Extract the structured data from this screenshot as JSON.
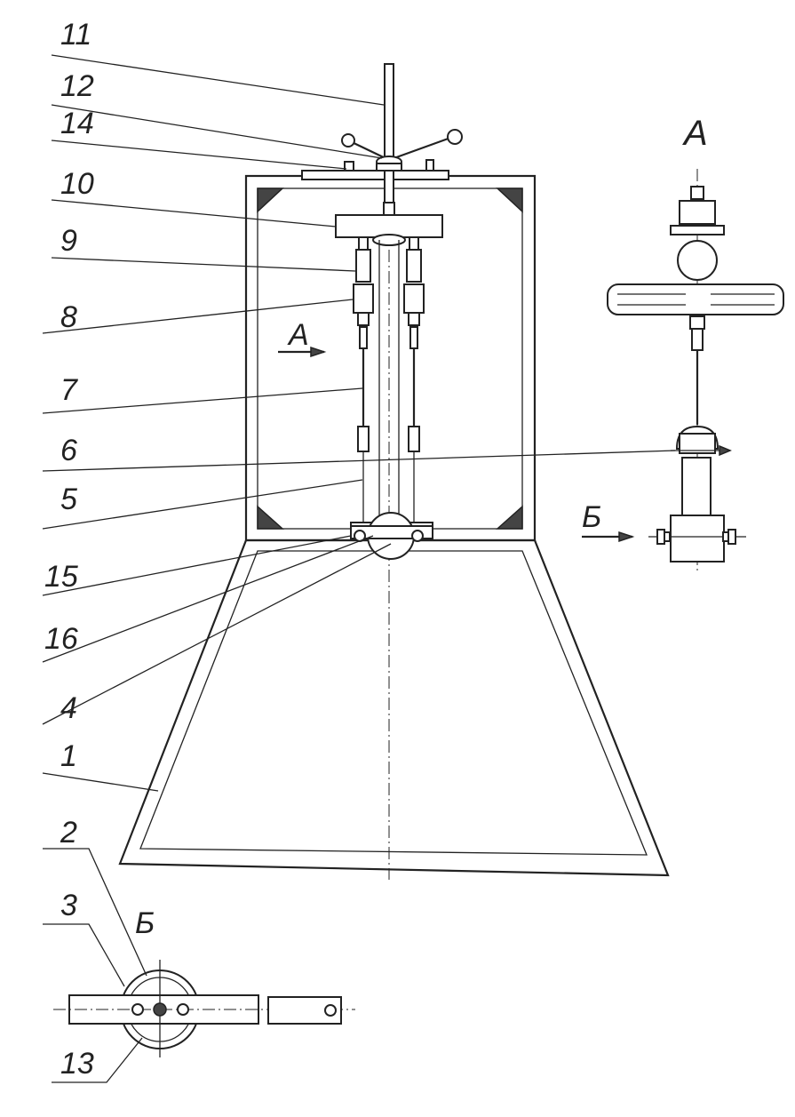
{
  "callouts": [
    {
      "id": "11",
      "text": "11"
    },
    {
      "id": "12",
      "text": "12"
    },
    {
      "id": "14",
      "text": "14"
    },
    {
      "id": "10",
      "text": "10"
    },
    {
      "id": "9",
      "text": "9"
    },
    {
      "id": "8",
      "text": "8"
    },
    {
      "id": "7",
      "text": "7"
    },
    {
      "id": "6",
      "text": "6"
    },
    {
      "id": "5",
      "text": "5"
    },
    {
      "id": "15",
      "text": "15"
    },
    {
      "id": "16",
      "text": "16"
    },
    {
      "id": "4",
      "text": "4"
    },
    {
      "id": "1",
      "text": "1"
    },
    {
      "id": "2",
      "text": "2"
    },
    {
      "id": "3",
      "text": "3"
    },
    {
      "id": "13",
      "text": "13"
    }
  ],
  "views": {
    "view_a_title": "А",
    "view_a_arrow": "А",
    "view_b_title": "Б",
    "view_b_arrow": "Б"
  }
}
